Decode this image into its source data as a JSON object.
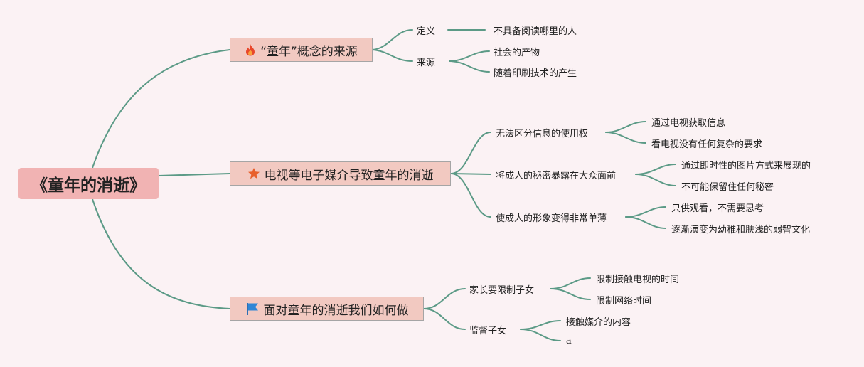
{
  "root": {
    "label": "《童年的消逝》"
  },
  "topics": [
    {
      "label": "“童年”概念的来源",
      "icon": "fire-icon",
      "children": [
        {
          "label": "定义",
          "children": [
            "不具备阅读哪里的人"
          ]
        },
        {
          "label": "来源",
          "children": [
            "社会的产物",
            "随着印刷技术的产生"
          ]
        }
      ]
    },
    {
      "label": "电视等电子媒介导致童年的消逝",
      "icon": "star-icon",
      "children": [
        {
          "label": "无法区分信息的使用权",
          "children": [
            "通过电视获取信息",
            "看电视没有任何复杂的要求"
          ]
        },
        {
          "label": "将成人的秘密暴露在大众面前",
          "children": [
            "通过即时性的图片方式来展现的",
            "不可能保留住任何秘密"
          ]
        },
        {
          "label": "使成人的形象变得非常单薄",
          "children": [
            "只供观看，不需要思考",
            "逐渐演变为幼稚和肤浅的弱智文化"
          ]
        }
      ]
    },
    {
      "label": "面对童年的消逝我们如何做",
      "icon": "flag-icon",
      "children": [
        {
          "label": "家长要限制子女",
          "children": [
            "限制接触电视的时间",
            "限制网络时间"
          ]
        },
        {
          "label": "监督子女",
          "children": [
            "接触媒介的内容",
            "a"
          ]
        }
      ]
    }
  ],
  "colors": {
    "line": "#5b9a86",
    "root_fill": "#f1b3b3",
    "topic_fill": "#f2c9c1",
    "background": "#fbf2f4"
  }
}
